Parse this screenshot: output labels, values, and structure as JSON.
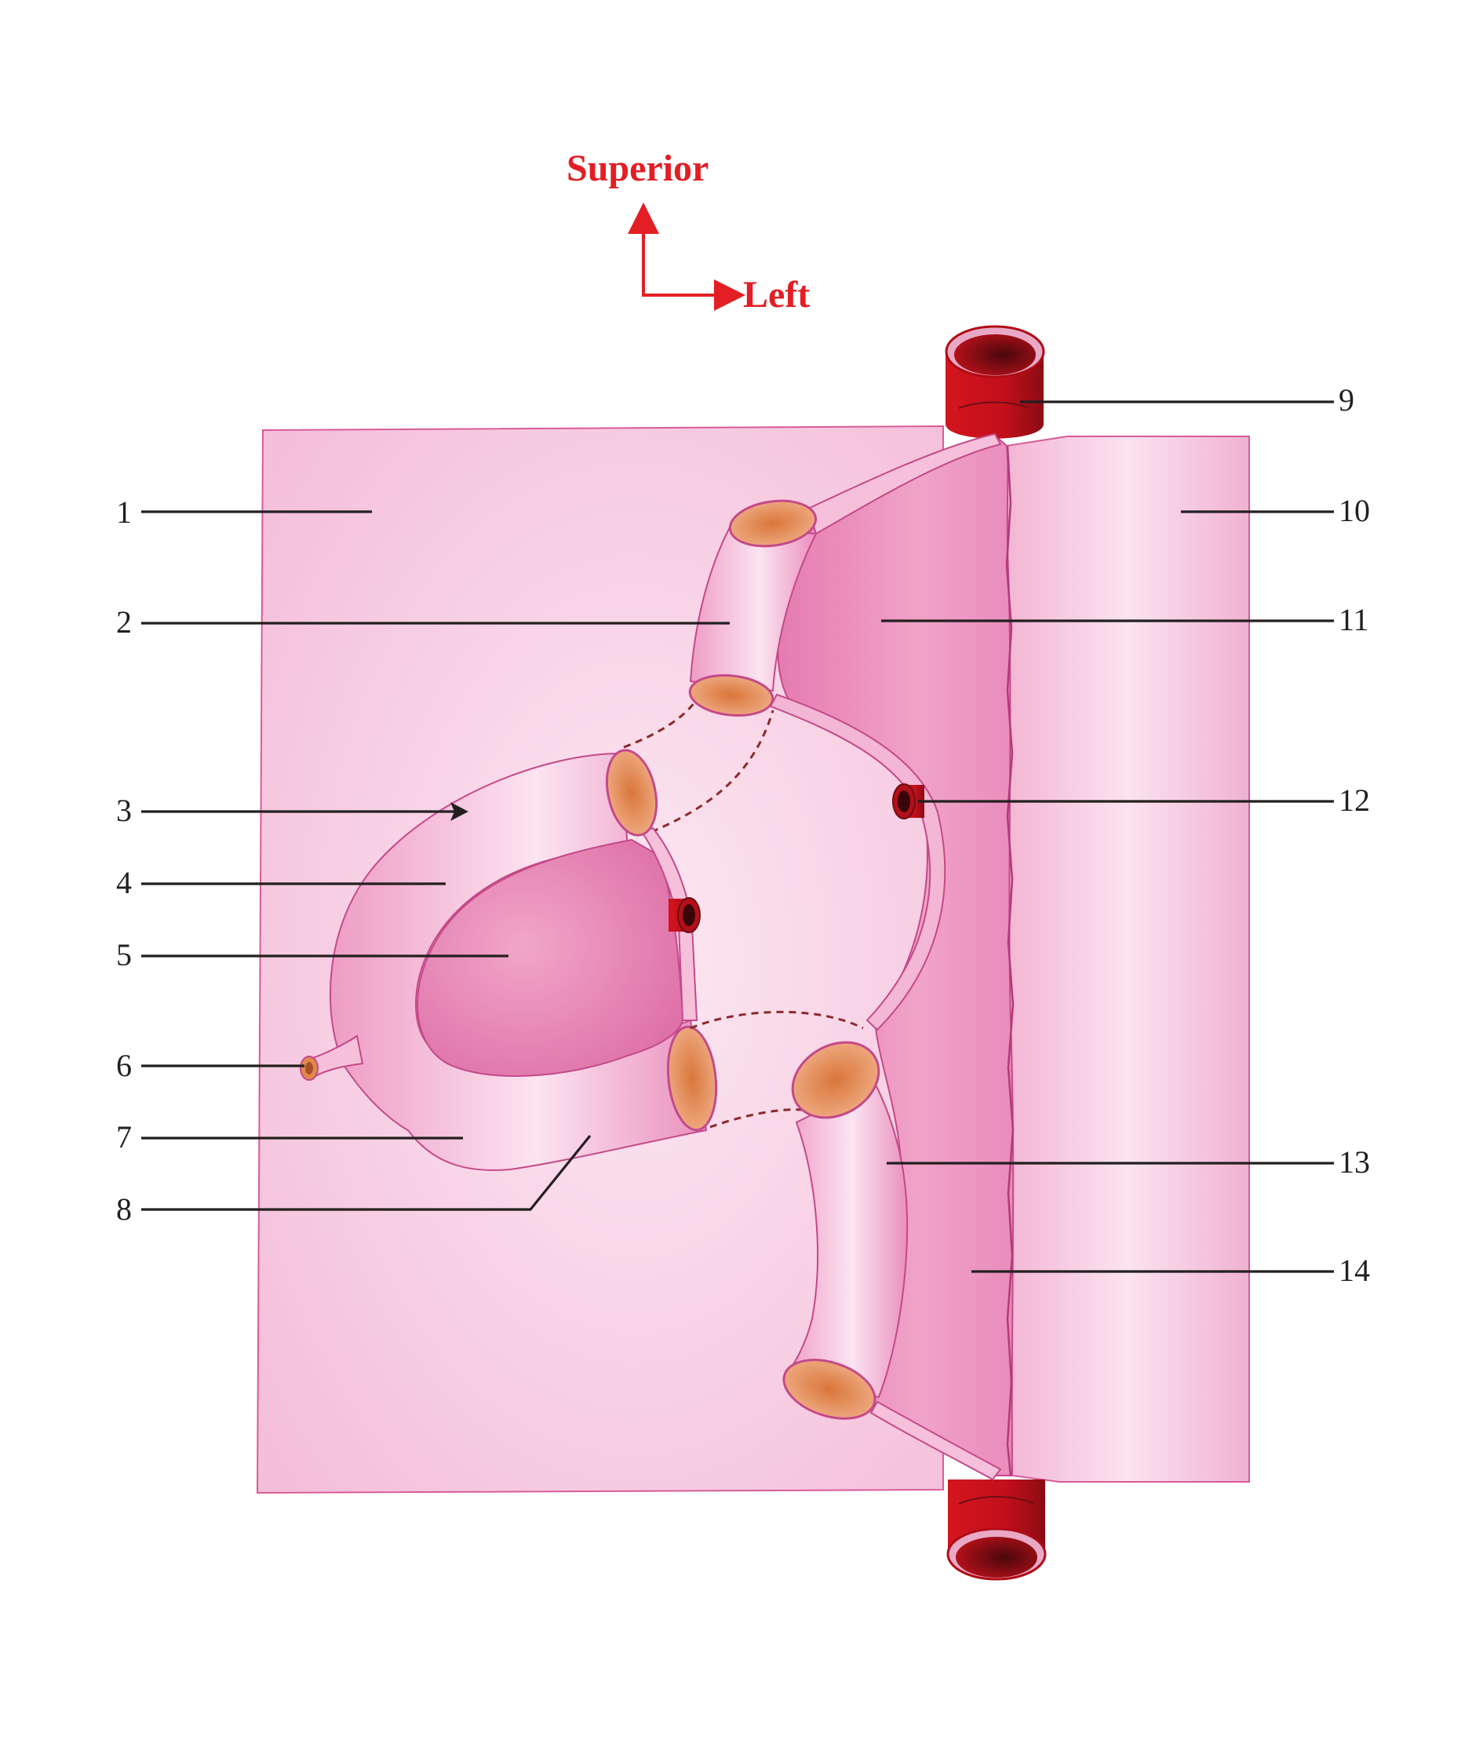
{
  "orientation": {
    "superior": "Superior",
    "left": "Left",
    "color": "#e31e24"
  },
  "labels": {
    "l1": "1",
    "l2": "2",
    "l3": "3",
    "l4": "4",
    "l5": "5",
    "l6": "6",
    "l7": "7",
    "l8": "8",
    "l9": "9",
    "l10": "10",
    "l11": "11",
    "l12": "12",
    "l13": "13",
    "l14": "14"
  },
  "colors": {
    "membrane": "#f7cfe2",
    "membrane_edge": "#d95b9a",
    "mesentery": "#e78cba",
    "tube": "#f3b0d0",
    "cut_surface": "#e08a4a",
    "vessel": "#c8102e",
    "vessel_dark": "#6e0f15",
    "leader": "#231f20"
  }
}
